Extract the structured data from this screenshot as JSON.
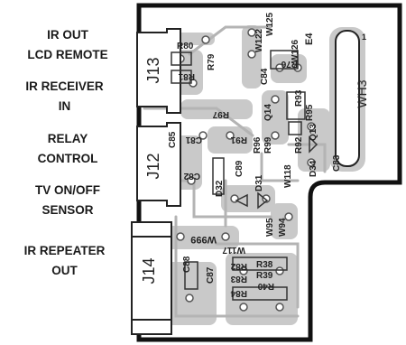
{
  "labels": {
    "ir_out_1": "IR OUT",
    "ir_out_2": "LCD REMOTE",
    "ir_receiver_1": "IR RECEIVER",
    "ir_receiver_2": "IN",
    "relay_1": "RELAY",
    "relay_2": "CONTROL",
    "tv_sensor_1": "TV ON/OFF",
    "tv_sensor_2": "SENSOR",
    "ir_repeater_1": "IR REPEATER",
    "ir_repeater_2": "OUT"
  },
  "jacks": {
    "j13": "J13",
    "j12": "J12",
    "j14": "J14",
    "wh3": "WH3"
  },
  "components": {
    "r80": "R80",
    "r81": "R81",
    "r79": "R79",
    "r97": "R97",
    "r76": "R76",
    "w122": "W122",
    "w125": "W125",
    "w126": "W126",
    "e4": "E4",
    "pin1": "1",
    "c84": "C84",
    "q14": "Q14",
    "r93": "R93",
    "r95": "R95",
    "c85": "C85",
    "c81": "C81",
    "r91": "R91",
    "c82": "C82",
    "c89": "C89",
    "r96": "R96",
    "r99": "R99",
    "r92": "R92",
    "q13": "Q13",
    "c83": "C83",
    "d32": "D32",
    "d31": "D31",
    "w118": "W118",
    "d34": "D34",
    "w95": "W95",
    "w94": "W94",
    "w999": "W999",
    "w117": "W117",
    "r38": "R38",
    "r39": "R39",
    "r40": "R40",
    "r82": "R82",
    "r83": "R83",
    "r84": "R84",
    "c88": "C88",
    "c87": "C87"
  }
}
